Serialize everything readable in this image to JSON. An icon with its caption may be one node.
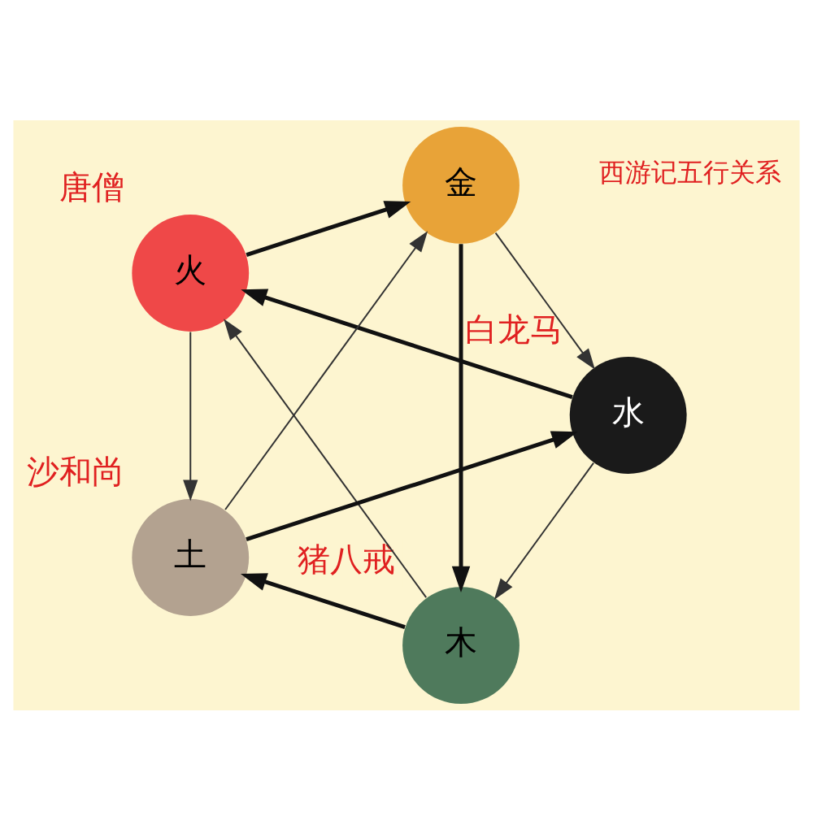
{
  "diagram": {
    "nodes": [
      {
        "text": [
          "木"
        ],
        "beside": [
          "猪八戒"
        ]
      },
      {
        "text": [
          "水"
        ],
        "beside": [
          "白龙马"
        ]
      },
      {
        "text": [
          "火"
        ],
        "beside": [
          "唐僧"
        ]
      },
      {
        "text": [
          "金"
        ]
      },
      {
        "text": [
          "土"
        ],
        "beside": [
          "沙和尚"
        ]
      }
    ],
    "edges": [
      {
        "from": 0,
        "to": 2,
        "arrow": "to"
      },
      {
        "from": 2,
        "to": 4,
        "arrow": "to"
      },
      {
        "from": 4,
        "to": 3,
        "arrow": "to"
      },
      {
        "from": 3,
        "to": 1,
        "arrow": "to"
      },
      {
        "from": 1,
        "to": 0,
        "arrow": "to"
      },
      {
        "from": 1,
        "to": 2,
        "arrow": "to",
        "style": "thick"
      },
      {
        "from": 0,
        "to": 4,
        "arrow": "to",
        "style": "thick"
      },
      {
        "from": 4,
        "to": 1,
        "arrow": "to",
        "style": "thick"
      },
      {
        "from": 2,
        "to": 3,
        "arrow": "to",
        "style": "thick"
      },
      {
        "from": 3,
        "to": 0,
        "arrow": "to",
        "style": "thick"
      }
    ],
    "labels": [
      "西游记五行关系"
    ]
  }
}
